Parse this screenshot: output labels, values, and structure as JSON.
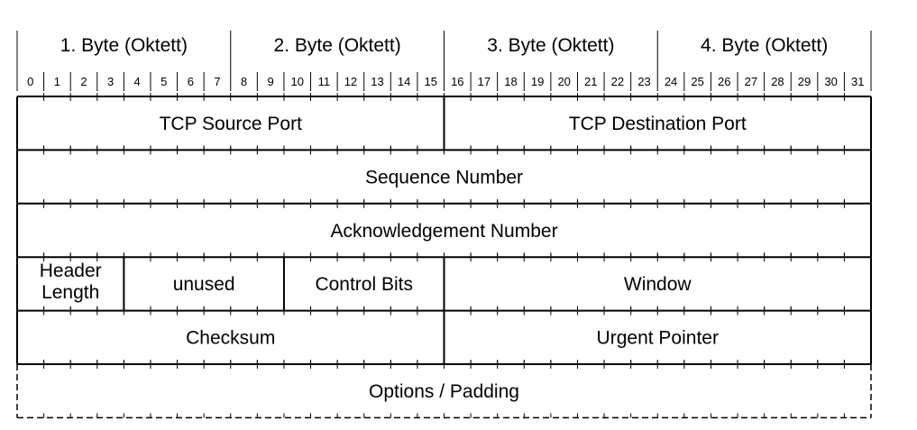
{
  "bytes": [
    "1. Byte (Oktett)",
    "2. Byte (Oktett)",
    "3. Byte (Oktett)",
    "4. Byte (Oktett)"
  ],
  "bits": [
    "0",
    "1",
    "2",
    "3",
    "4",
    "5",
    "6",
    "7",
    "8",
    "9",
    "10",
    "11",
    "12",
    "13",
    "14",
    "15",
    "16",
    "17",
    "18",
    "19",
    "20",
    "21",
    "22",
    "23",
    "24",
    "25",
    "26",
    "27",
    "28",
    "29",
    "30",
    "31"
  ],
  "rows": [
    {
      "fields": [
        {
          "label": "TCP Source Port",
          "bits": 16
        },
        {
          "label": "TCP Destination Port",
          "bits": 16
        }
      ]
    },
    {
      "fields": [
        {
          "label": "Sequence Number",
          "bits": 32
        }
      ]
    },
    {
      "fields": [
        {
          "label": "Acknowledgement Number",
          "bits": 32
        }
      ]
    },
    {
      "fields": [
        {
          "label": "Header Length",
          "lines": [
            "Header",
            "Length"
          ],
          "bits": 4
        },
        {
          "label": "unused",
          "bits": 6
        },
        {
          "label": "Control Bits",
          "bits": 6
        },
        {
          "label": "Window",
          "bits": 16
        }
      ]
    },
    {
      "fields": [
        {
          "label": "Checksum",
          "bits": 16
        },
        {
          "label": "Urgent Pointer",
          "bits": 16
        }
      ]
    },
    {
      "optional": true,
      "fields": [
        {
          "label": "Options / Padding",
          "bits": 32
        }
      ]
    }
  ]
}
